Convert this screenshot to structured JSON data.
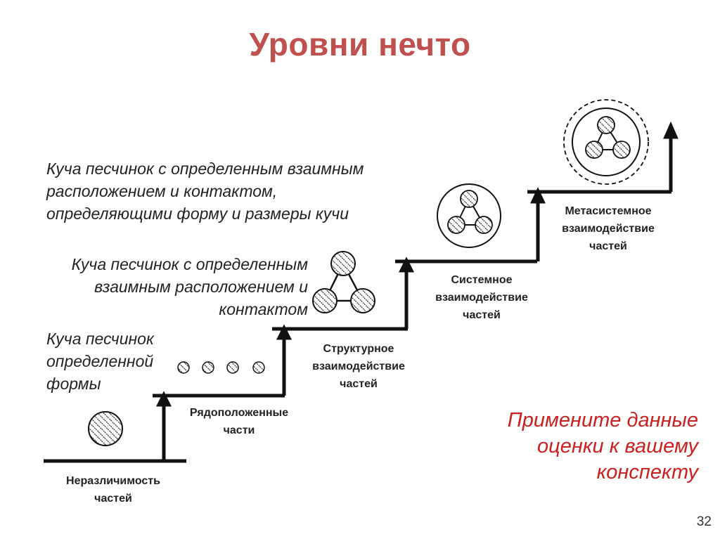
{
  "slide": {
    "title": "Уровни нечто",
    "page_number": "32"
  },
  "descriptions": [
    {
      "lines": [
        "Куча песчинок с определенным взаимным",
        "расположением и контактом,",
        "определяющими форму и размеры кучи"
      ]
    },
    {
      "lines": [
        "Куча песчинок с определенным",
        "взаимным расположением и",
        "контактом"
      ]
    },
    {
      "lines": [
        "Куча песчинок",
        "определенной",
        "формы"
      ]
    }
  ],
  "steps": [
    {
      "lines": [
        "Неразличимость",
        "частей"
      ]
    },
    {
      "lines": [
        "Рядоположенные",
        "части"
      ]
    },
    {
      "lines": [
        "Структурное",
        "взаимодействие",
        "частей"
      ]
    },
    {
      "lines": [
        "Системное",
        "взаимодействие",
        "частей"
      ]
    },
    {
      "lines": [
        "Метасистемное",
        "взаимодействие",
        "частей"
      ]
    }
  ],
  "call_to_action": {
    "lines": [
      "Примените данные",
      "оценки к вашему",
      "конспекту"
    ]
  },
  "colors": {
    "title": "#c0504d",
    "call_to_action": "#cc1f1f",
    "lines": "#111111"
  },
  "icons": [
    "single-particle-icon",
    "separate-particles-icon",
    "linked-triangle-icon",
    "enclosed-system-icon",
    "double-enclosed-system-icon"
  ]
}
